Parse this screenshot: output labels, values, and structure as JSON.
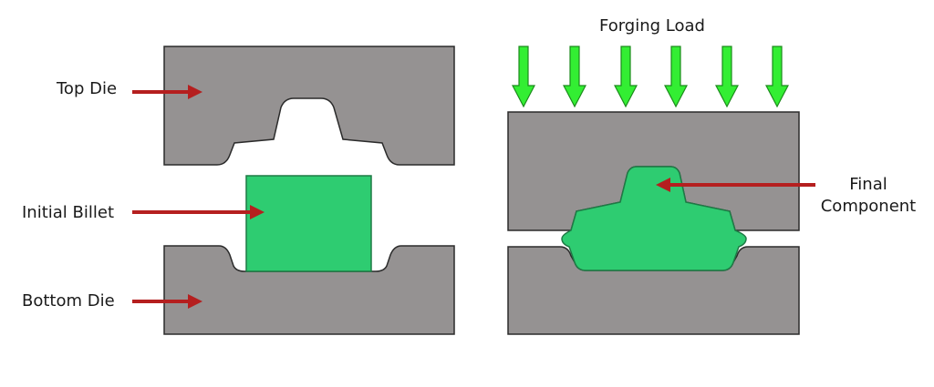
{
  "labels": {
    "top_die": "Top Die",
    "initial_billet": "Initial Billet",
    "bottom_die": "Bottom Die",
    "forging_load": "Forging Load",
    "final_component": "Final Component"
  },
  "colors": {
    "die": "#959292",
    "die_stroke": "#2b2b2b",
    "billet": "#2ecc71",
    "billet_stroke": "#1e7a45",
    "load_arrow": "#33ee33",
    "load_arrow_stroke": "#1b8a1b",
    "pointer_arrow": "#b51f1f"
  }
}
